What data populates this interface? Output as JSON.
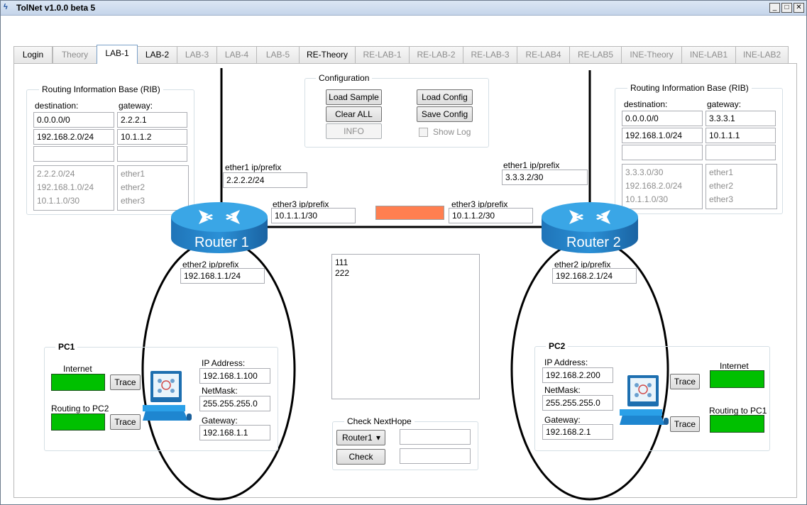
{
  "window": {
    "title": "TolNet v1.0.0 beta 5",
    "app_icon": "ϟ",
    "minimize_glyph": "_",
    "maximize_glyph": "□",
    "close_glyph": "✕"
  },
  "tabs": [
    {
      "label": "Login",
      "state": "enabled"
    },
    {
      "label": "Theory",
      "state": "disabled"
    },
    {
      "label": "LAB-1",
      "state": "active"
    },
    {
      "label": "LAB-2",
      "state": "enabled"
    },
    {
      "label": "LAB-3",
      "state": "disabled"
    },
    {
      "label": "LAB-4",
      "state": "disabled"
    },
    {
      "label": "LAB-5",
      "state": "disabled"
    },
    {
      "label": "RE-Theory",
      "state": "enabled"
    },
    {
      "label": "RE-LAB-1",
      "state": "disabled"
    },
    {
      "label": "RE-LAB-2",
      "state": "disabled"
    },
    {
      "label": "RE-LAB-3",
      "state": "disabled"
    },
    {
      "label": "RE-LAB4",
      "state": "disabled"
    },
    {
      "label": "RE-LAB5",
      "state": "disabled"
    },
    {
      "label": "INE-Theory",
      "state": "disabled"
    },
    {
      "label": "INE-LAB1",
      "state": "disabled"
    },
    {
      "label": "INE-LAB2",
      "state": "disabled"
    }
  ],
  "rib1": {
    "title": "Routing Information Base (RIB)",
    "destination_label": "destination:",
    "gateway_label": "gateway:",
    "rows": [
      {
        "destination": "0.0.0.0/0",
        "gateway": "2.2.2.1"
      },
      {
        "destination": "192.168.2.0/24",
        "gateway": "10.1.1.2"
      },
      {
        "destination": "",
        "gateway": ""
      }
    ],
    "connected": [
      "2.2.2.0/24",
      "192.168.1.0/24",
      "10.1.1.0/30"
    ],
    "interfaces": [
      "ether1",
      "ether2",
      "ether3"
    ]
  },
  "rib2": {
    "title": "Routing Information Base (RIB)",
    "destination_label": "destination:",
    "gateway_label": "gateway:",
    "rows": [
      {
        "destination": "0.0.0.0/0",
        "gateway": "3.3.3.1"
      },
      {
        "destination": "192.168.1.0/24",
        "gateway": "10.1.1.1"
      },
      {
        "destination": "",
        "gateway": ""
      }
    ],
    "connected": [
      "3.3.3.0/30",
      "192.168.2.0/24",
      "10.1.1.0/30"
    ],
    "interfaces": [
      "ether1",
      "ether2",
      "ether3"
    ]
  },
  "config": {
    "title": "Configuration",
    "load_sample": "Load Sample",
    "load_config": "Load Config",
    "clear_all": "Clear ALL",
    "save_config": "Save Config",
    "info": "INFO",
    "show_log": "Show Log"
  },
  "router1": {
    "name": "Router 1",
    "ether1_label": "ether1 ip/prefix",
    "ether1_value": "2.2.2.2/24",
    "ether3_label": "ether3 ip/prefix",
    "ether3_value": "10.1.1.1/30",
    "ether2_label": "ether2 ip/prefix",
    "ether2_value": "192.168.1.1/24"
  },
  "router2": {
    "name": "Router 2",
    "ether1_label": "ether1 ip/prefix",
    "ether1_value": "3.3.3.2/30",
    "ether3_label": "ether3 ip/prefix",
    "ether3_value": "10.1.1.2/30",
    "ether2_label": "ether2 ip/prefix",
    "ether2_value": "192.168.2.1/24"
  },
  "link_status_color": "#ff7f50",
  "log_lines": [
    "111",
    "222"
  ],
  "pc1": {
    "title": "PC1",
    "internet_label": "Internet",
    "routing_label": "Routing to PC2",
    "trace1": "Trace",
    "trace2": "Trace",
    "ip_label": "IP Address:",
    "ip_value": "192.168.1.100",
    "mask_label": "NetMask:",
    "mask_value": "255.255.255.0",
    "gw_label": "Gateway:",
    "gw_value": "192.168.1.1",
    "internet_status_color": "#00c000",
    "routing_status_color": "#00c000"
  },
  "pc2": {
    "title": "PC2",
    "internet_label": "Internet",
    "routing_label": "Routing to PC1",
    "trace1": "Trace",
    "trace2": "Trace",
    "ip_label": "IP Address:",
    "ip_value": "192.168.2.200",
    "mask_label": "NetMask:",
    "mask_value": "255.255.255.0",
    "gw_label": "Gateway:",
    "gw_value": "192.168.2.1",
    "internet_status_color": "#00c000",
    "routing_status_color": "#00c000"
  },
  "nexthop": {
    "title": "Check NextHope",
    "selected": "Router1",
    "check": "Check",
    "dropdown_glyph": "▾"
  },
  "icons": {
    "router": "router-icon",
    "pc": "pc-icon"
  }
}
